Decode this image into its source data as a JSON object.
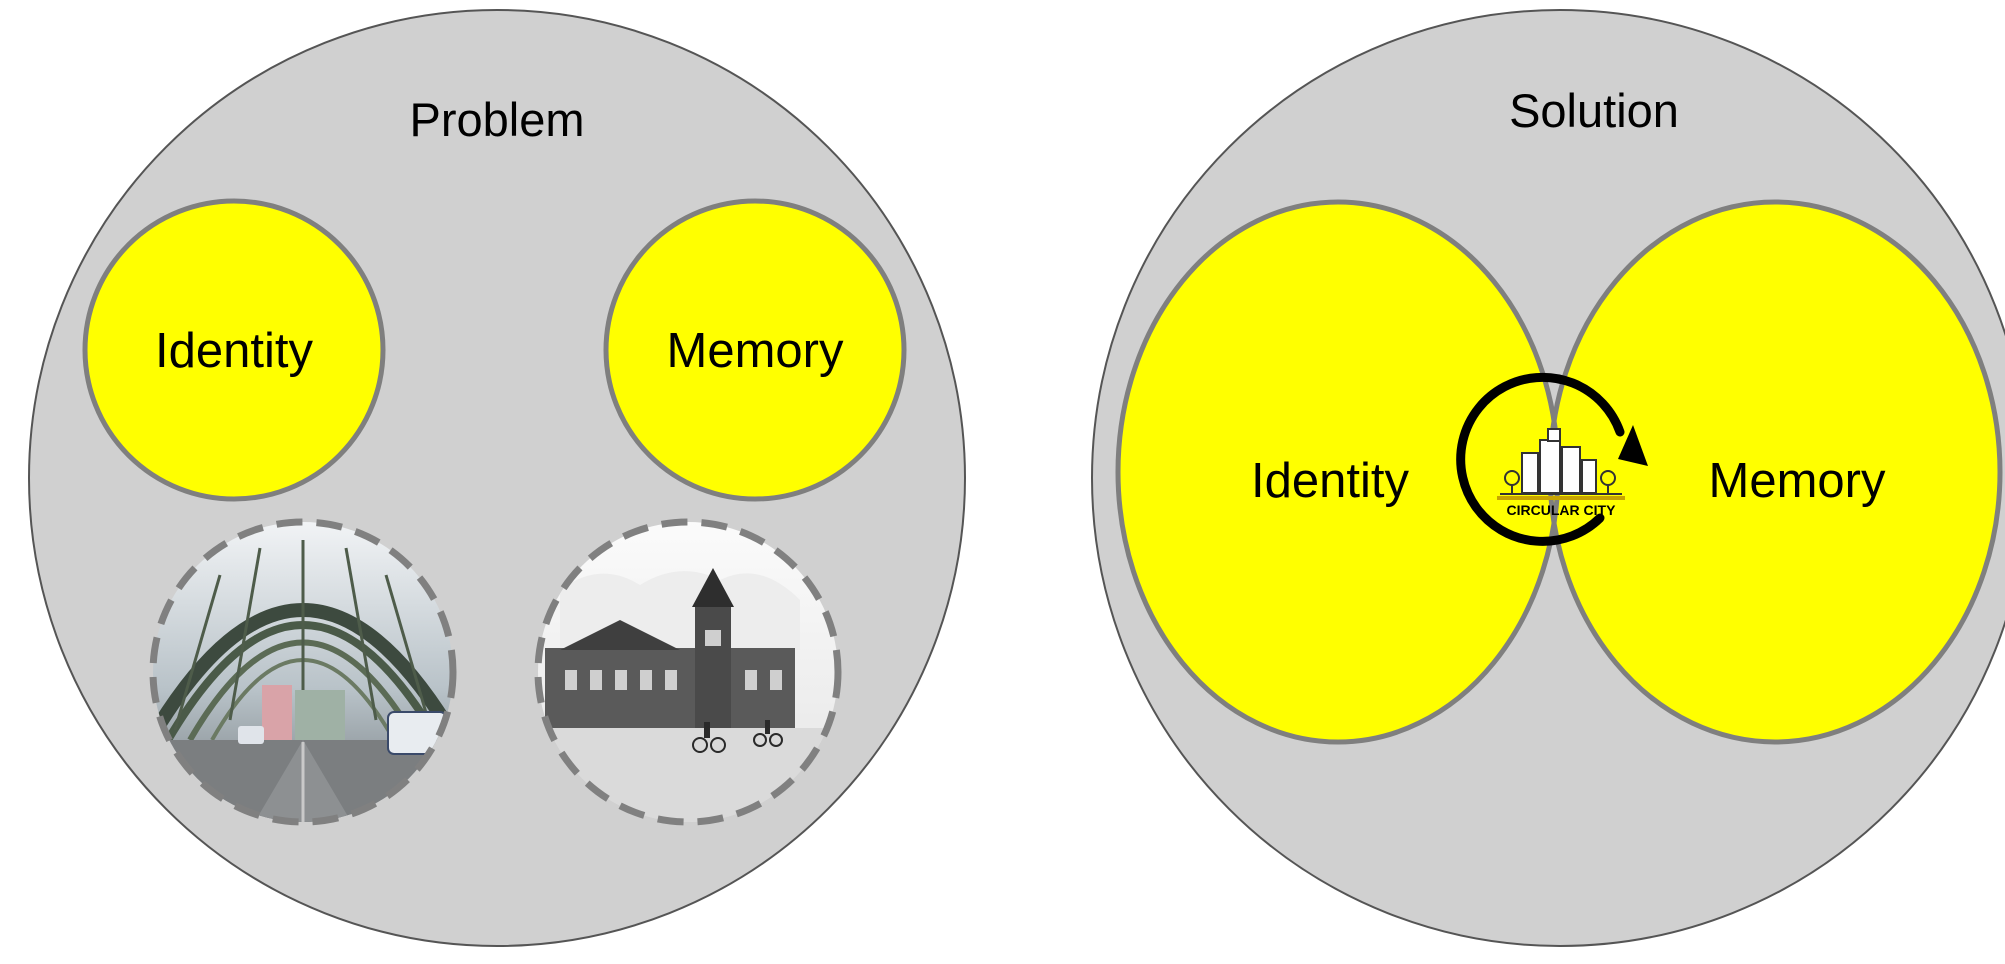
{
  "colors": {
    "background": "#ffffff",
    "outer_circle_fill": "#d0d0d0",
    "outer_circle_stroke": "#555555",
    "concept_fill": "#ffff00",
    "concept_stroke": "#7f7f7f",
    "photo_border": "#808080",
    "logo_ring": "#000000"
  },
  "problem": {
    "title": "Problem",
    "identity_label": "Identity",
    "memory_label": "Memory",
    "identity_photo": "modern-arched-station-photo",
    "memory_photo": "historic-station-sepia-photo"
  },
  "solution": {
    "title": "Solution",
    "identity_label": "Identity",
    "memory_label": "Memory",
    "logo": {
      "icon": "circular-city-logo-icon",
      "text": "CIRCULAR CITY"
    }
  }
}
